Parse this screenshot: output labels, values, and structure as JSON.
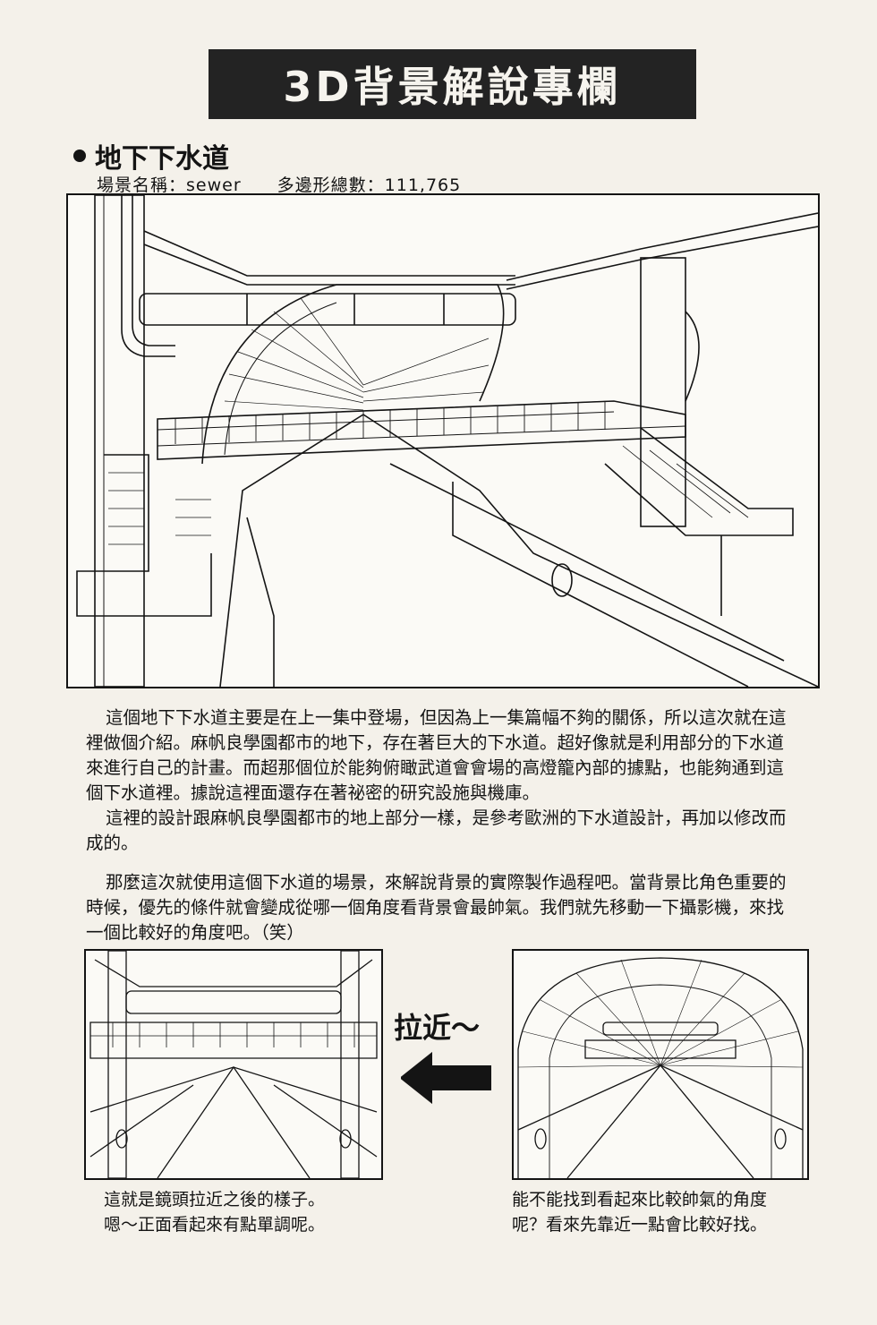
{
  "header": {
    "title": "3D背景解說專欄"
  },
  "section": {
    "heading": "地下下水道",
    "scene_name": "場景名稱：sewer",
    "polygon_count": "多邊形總數：111,765"
  },
  "paragraphs": [
    "這個地下下水道主要是在上一集中登場，但因為上一集篇幅不夠的關係，所以這次就在這裡做個介紹。麻帆良學園都市的地下，存在著巨大的下水道。超好像就是利用部分的下水道來進行自己的計畫。而超那個位於能夠俯瞰武道會會場的高燈籠內部的據點，也能夠通到這個下水道裡。據說這裡面還存在著祕密的研究設施與機庫。",
    "這裡的設計跟麻帆良學園都市的地上部分一樣，是參考歐洲的下水道設計，再加以修改而成的。",
    "那麼這次就使用這個下水道的場景，來解說背景的實際製作過程吧。當背景比角色重要的時候，優先的條件就會變成從哪一個角度看背景會最帥氣。我們就先移動一下攝影機，來找一個比較好的角度吧。（笑）"
  ],
  "zoom": {
    "label": "拉近～"
  },
  "captions": {
    "left": [
      "這就是鏡頭拉近之後的樣子。",
      "嗯～正面看起來有點單調呢。"
    ],
    "right": [
      "能不能找到看起來比較帥氣的角度",
      "呢？看來先靠近一點會比較好找。"
    ]
  }
}
